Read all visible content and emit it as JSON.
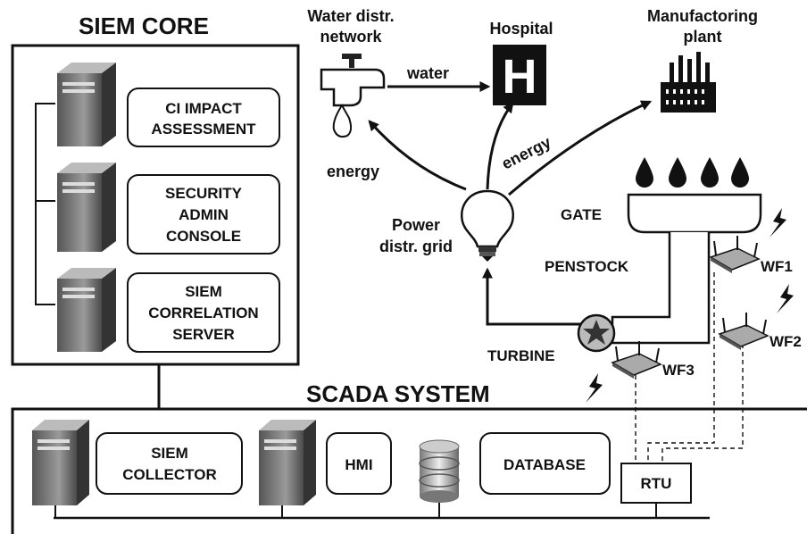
{
  "siem_core": {
    "title": "SIEM CORE",
    "modules": [
      {
        "lines": [
          "CI IMPACT",
          "ASSESSMENT"
        ]
      },
      {
        "lines": [
          "SECURITY",
          "ADMIN",
          "CONSOLE"
        ]
      },
      {
        "lines": [
          "SIEM",
          "CORRELATION",
          "SERVER"
        ]
      }
    ]
  },
  "scada": {
    "title": "SCADA SYSTEM",
    "siem_collector": [
      "SIEM",
      "COLLECTOR"
    ],
    "hmi": "HMI",
    "database": "DATABASE",
    "rtu": "RTU"
  },
  "infrastructure": {
    "water": [
      "Water distr.",
      "network"
    ],
    "hospital": "Hospital",
    "manufacturing": [
      "Manufactoring",
      "plant"
    ],
    "power": [
      "Power",
      "distr. grid"
    ],
    "water_label": "water",
    "energy_labels": [
      "energy",
      "energy"
    ],
    "hospital_icon_letter": "H"
  },
  "dam": {
    "gate": "GATE",
    "penstock": "PENSTOCK",
    "turbine": "TURBINE",
    "wf1": "WF1",
    "wf2": "WF2",
    "wf3": "WF3"
  }
}
